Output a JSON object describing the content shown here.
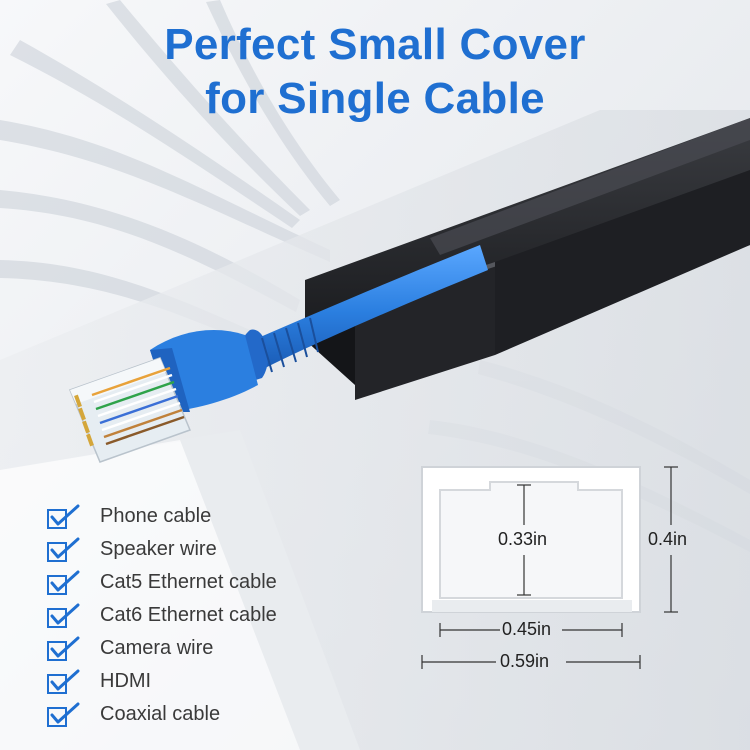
{
  "headline": {
    "line1": "Perfect Small Cover",
    "line2": "for Single Cable"
  },
  "checklist": [
    "Phone cable",
    "Speaker wire",
    "Cat5 Ethernet cable",
    "Cat6 Ethernet cable",
    "Camera wire",
    "HDMI",
    "Coaxial cable"
  ],
  "dimensions": {
    "inner_height": "0.33in",
    "outer_height": "0.4in",
    "inner_width": "0.45in",
    "outer_width": "0.59in"
  },
  "colors": {
    "headline": "#1f6fd1",
    "cable": "#2b7fe0",
    "raceway": "#1c1d20",
    "check": "#1f6fd1"
  }
}
